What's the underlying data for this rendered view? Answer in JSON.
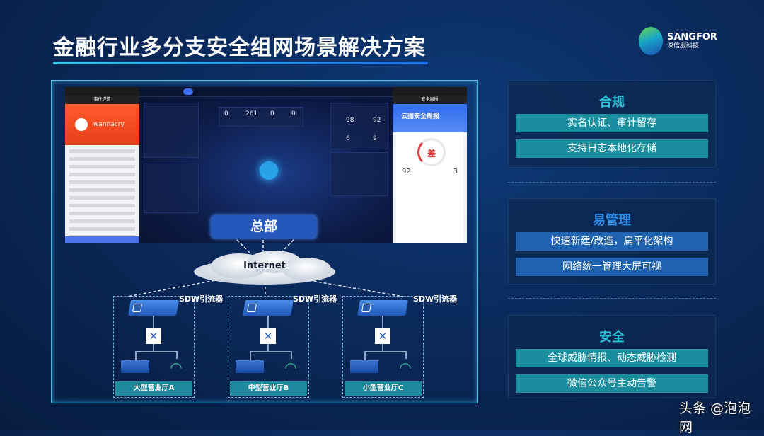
{
  "title": "金融行业多分支安全组网场景解决方案",
  "logo": {
    "name": "SANGFOR",
    "subtitle": "深信服科技"
  },
  "screens": {
    "phone_left": {
      "title": "事件详情",
      "threat_name": "wannacry"
    },
    "dashboard": {
      "stats": [
        "0",
        "261",
        "0",
        "0"
      ],
      "assets": [
        "98",
        "92",
        "6",
        "9"
      ]
    },
    "phone_right": {
      "title": "安全周报",
      "report_title": "云图安全周报",
      "grade": "差",
      "values": [
        "92",
        "3"
      ]
    }
  },
  "diagram": {
    "hq_label": "总部",
    "cloud_label": "Internet",
    "branches": [
      {
        "device_label": "SDW引流器",
        "name": "大型营业厅A"
      },
      {
        "device_label": "SDW引流器",
        "name": "中型营业厅B"
      },
      {
        "device_label": "SDW引流器",
        "name": "小型营业厅C"
      }
    ]
  },
  "features": [
    {
      "heading": "合规",
      "color": "#27c3d6",
      "bar_color": "#1a8e9e",
      "items": [
        "实名认证、审计留存",
        "支持日志本地化存储"
      ]
    },
    {
      "heading": "易管理",
      "color": "#2f8fe8",
      "bar_color": "#1f62b0",
      "items": [
        "快速新建/改造，扁平化架构",
        "网络统一管理大屏可视"
      ]
    },
    {
      "heading": "安全",
      "color": "#27c3d6",
      "bar_color": "#1a8e9e",
      "items": [
        "全球威胁情报、动态威胁检测",
        "微信公众号主动告警"
      ]
    }
  ],
  "watermark": "头条 @泡泡网"
}
